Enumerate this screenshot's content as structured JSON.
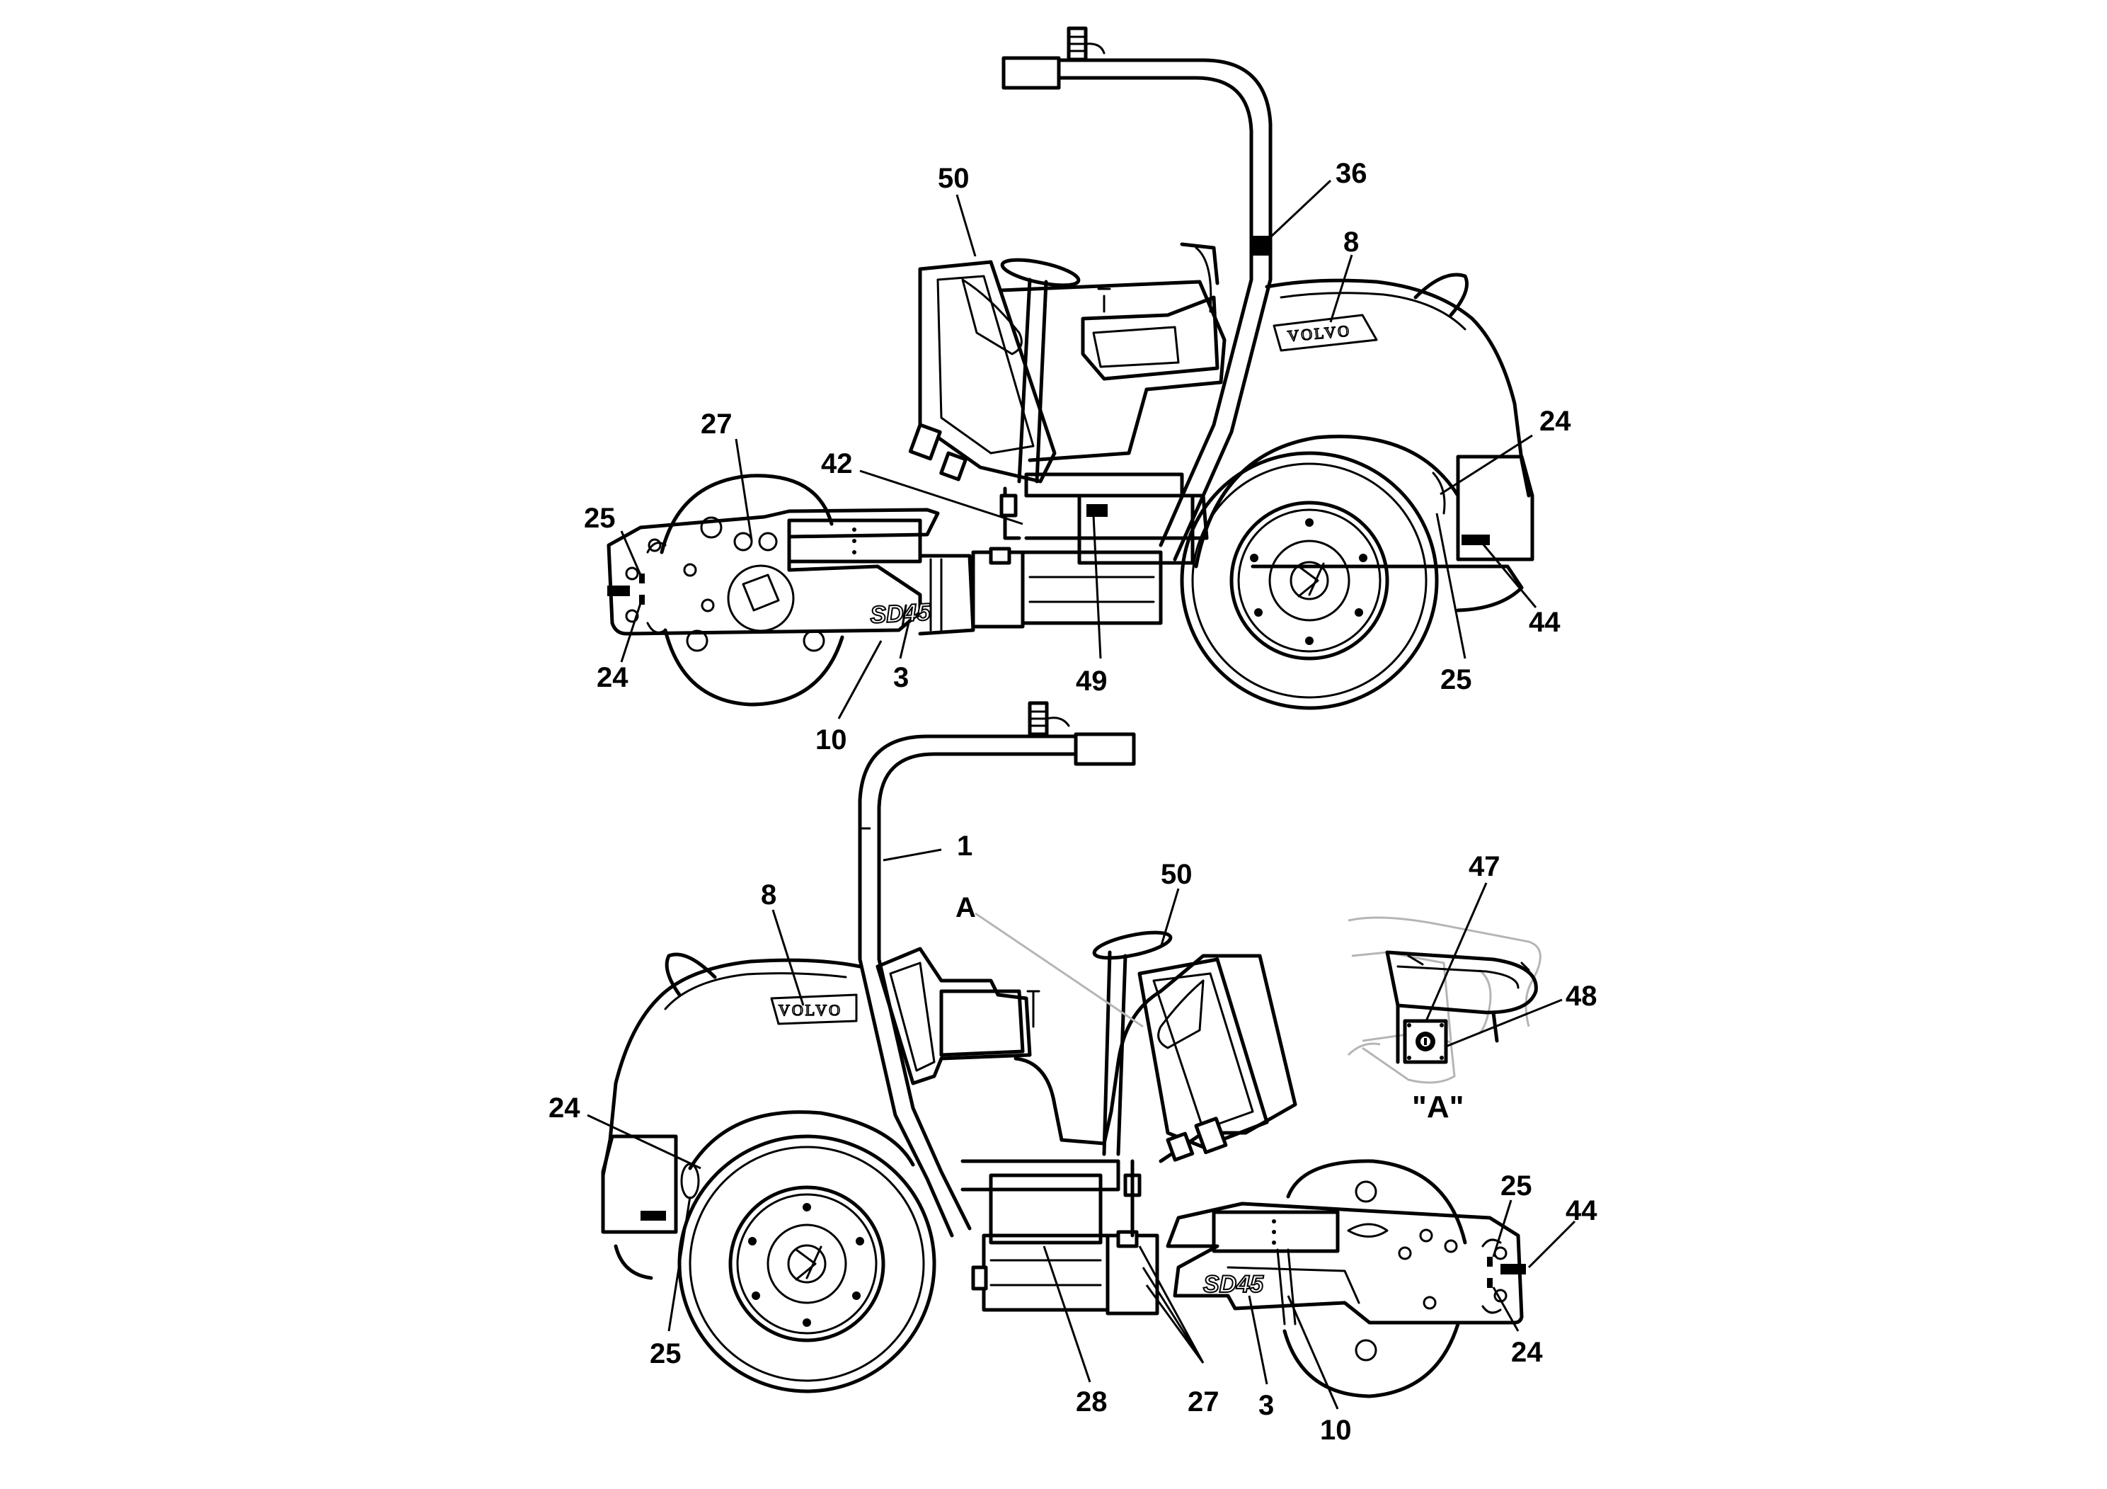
{
  "diagram": {
    "top_view": {
      "callouts": {
        "c50": "50",
        "c36": "36",
        "c8": "8",
        "c27": "27",
        "c42": "42",
        "c25_left": "25",
        "c24_left": "24",
        "c49": "49",
        "c3": "3",
        "c10": "10",
        "c24_right": "24",
        "c44": "44",
        "c25_right": "25"
      },
      "brand": "VOLVO",
      "model": "SD45"
    },
    "bottom_view": {
      "callouts": {
        "c1": "1",
        "c50": "50",
        "cA": "A",
        "c8": "8",
        "c24_left": "24",
        "c25_left": "25",
        "c28": "28",
        "c27": "27",
        "c3": "3",
        "c10": "10",
        "c25_right": "25",
        "c44": "44",
        "c24_right": "24"
      },
      "brand": "VOLVO",
      "model": "SD45"
    },
    "detail_view": {
      "callouts": {
        "c47": "47",
        "c48": "48"
      },
      "label": "\"A\""
    }
  }
}
